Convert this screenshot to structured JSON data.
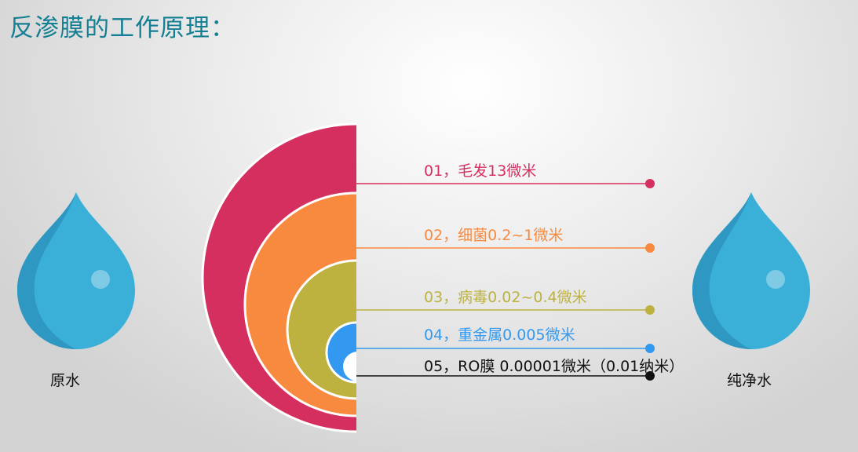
{
  "title": "反渗膜的工作原理：",
  "left_label": "原水",
  "right_label": "纯净水",
  "layers": [
    {
      "label": "01，毛发13微米",
      "color": "#d52f60"
    },
    {
      "label": "02，细菌0.2~1微米",
      "color": "#f88a40"
    },
    {
      "label": "03，病毒0.02~0.4微米",
      "color": "#bdb240"
    },
    {
      "label": "04，重金属0.005微米",
      "color": "#3399f0"
    },
    {
      "label": "05，RO膜 0.00001微米（0.01纳米）",
      "color": "#111111"
    }
  ],
  "drop_color": "#3aafd8"
}
